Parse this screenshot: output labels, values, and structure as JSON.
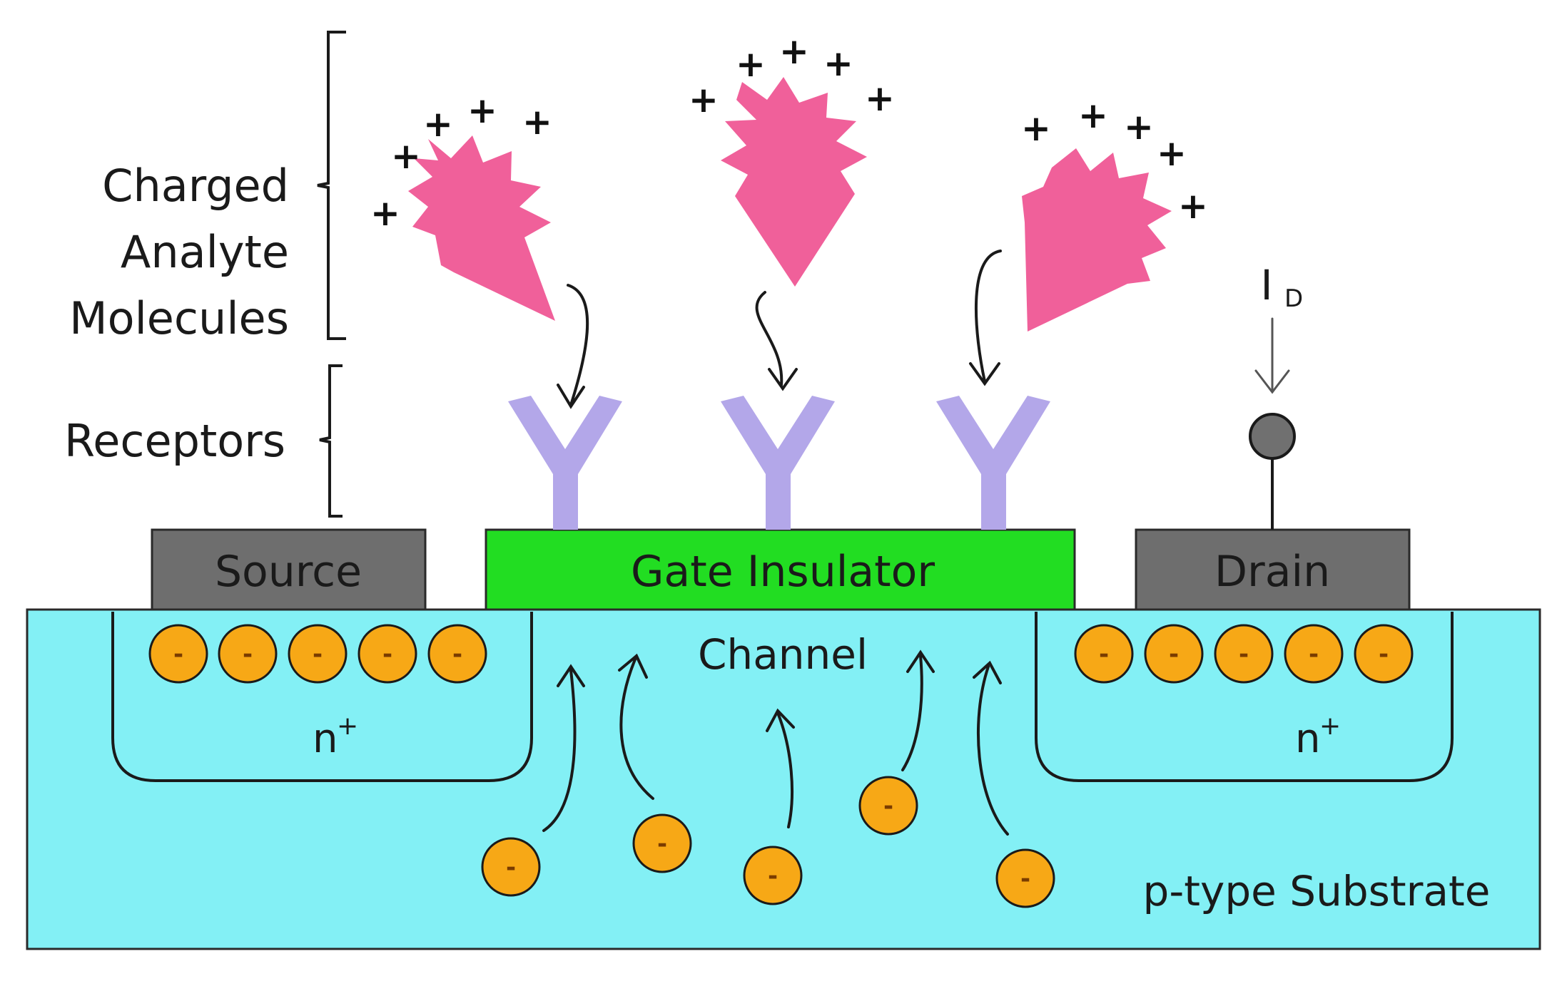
{
  "labels": {
    "charged": "Charged",
    "analyte": "Analyte",
    "molecules": "Molecules",
    "receptors": "Receptors",
    "source": "Source",
    "gate_insulator": "Gate Insulator",
    "drain": "Drain",
    "channel": "Channel",
    "n_plus": "n",
    "plus_sup": "+",
    "substrate": "p-type Substrate",
    "current_main": "I",
    "current_sub": "D",
    "carrier_sign": "-",
    "charge_sign": "+"
  },
  "colors": {
    "substrate": "#83f0f5",
    "gate_insulator": "#22dd22",
    "electrode": "#6e6e6e",
    "receptor": "#b3a7e9",
    "analyte": "#f0609a",
    "electron": "#f7a816",
    "terminal_ball": "#707070"
  }
}
